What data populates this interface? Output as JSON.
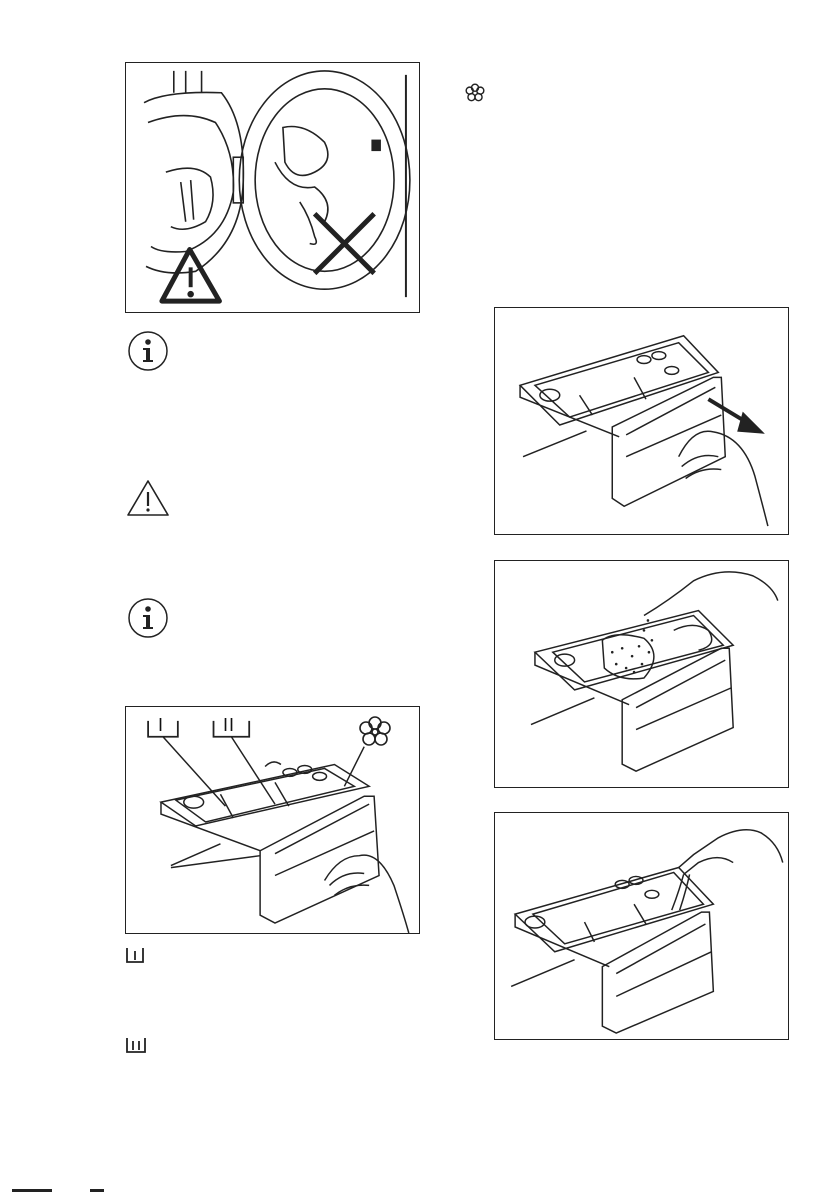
{
  "figures": [
    {
      "name": "door-seal-warning-figure"
    },
    {
      "name": "drawer-pull-out-figure"
    },
    {
      "name": "drawer-powder-fill-figure"
    },
    {
      "name": "drawer-liquid-fill-figure"
    },
    {
      "name": "drawer-compartments-figure"
    }
  ],
  "compartment_labels": {
    "prewash": "I",
    "main_wash": "II"
  },
  "colors": {
    "line": "#222222",
    "background": "#ffffff"
  },
  "icons": [
    "info-icon",
    "warning-icon",
    "fabric-softener-icon",
    "prewash-compartment-icon",
    "mainwash-compartment-icon"
  ]
}
